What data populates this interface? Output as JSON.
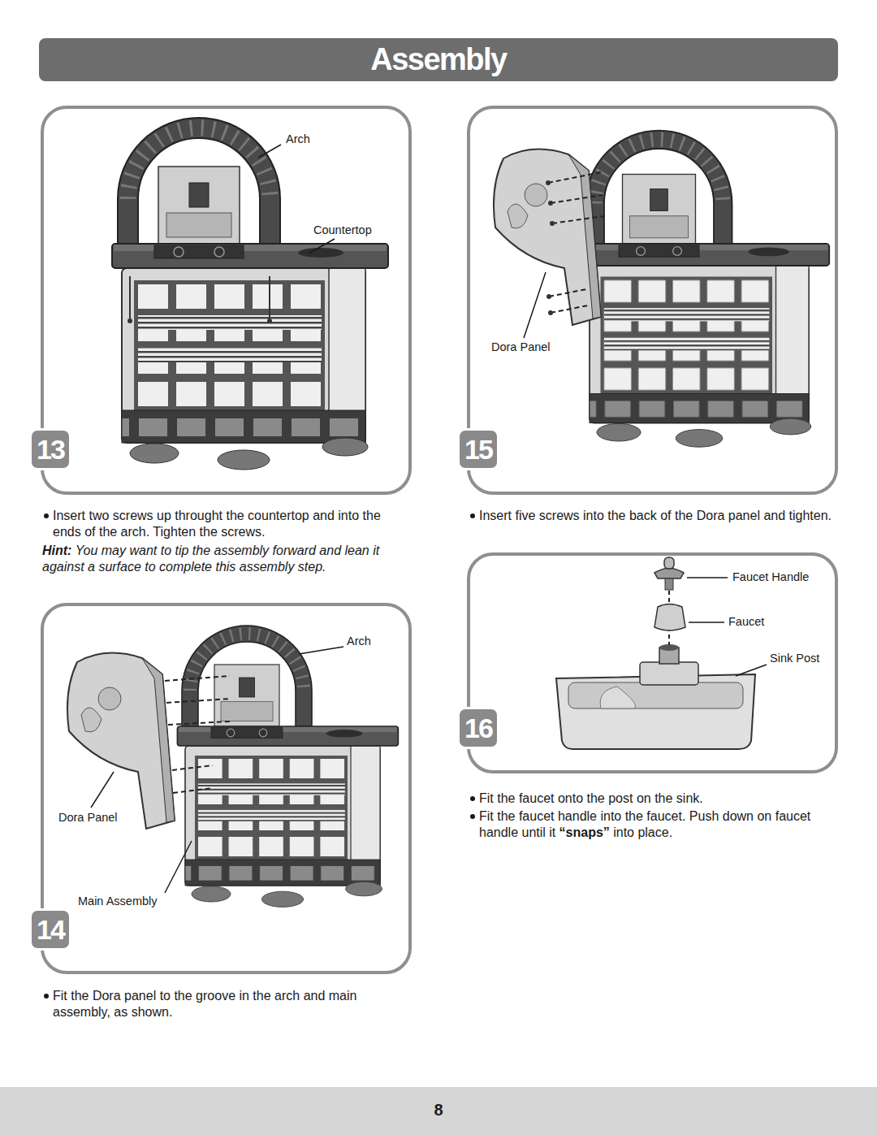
{
  "diagram": {
    "title": "Assembly",
    "nodes": [
      {
        "text": [
          "13"
        ]
      },
      {
        "text": [
          "14"
        ]
      },
      {
        "text": [
          "15"
        ]
      },
      {
        "text": [
          "16"
        ]
      }
    ],
    "labels": [
      "Arch",
      "Countertop",
      "Insert two screws up throught the countertop and into the ends of the arch. Tighten the screws.",
      "Hint:",
      "You may want to tip the assembly forward and lean it against a surface to complete this assembly step.",
      "Arch",
      "Dora Panel",
      "Main Assembly",
      "Fit the Dora panel to the groove in the arch and main assembly, as shown.",
      "Dora Panel",
      "Insert five screws into the back of the Dora panel and tighten.",
      "Faucet Handle",
      "Faucet",
      "Sink Post",
      "Fit the faucet onto the post on the sink.",
      "Fit the faucet handle into the faucet. Push down on faucet handle until it",
      "“snaps”",
      "into place.",
      "8"
    ]
  }
}
